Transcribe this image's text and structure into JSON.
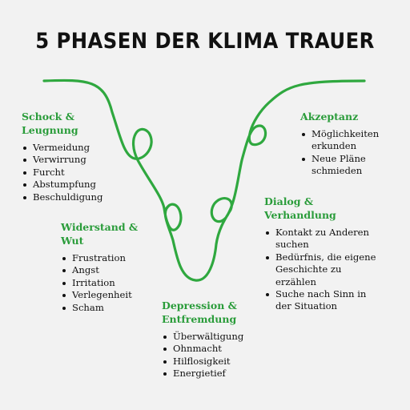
{
  "title": "5 PHASEN DER KLIMA TRAUER",
  "accent_color": "#2a9c3a",
  "phases": [
    {
      "heading": "Schock & Leugnung",
      "items": [
        "Vermeidung",
        "Verwirrung",
        "Furcht",
        "Abstumpfung",
        "Beschuldigung"
      ]
    },
    {
      "heading": "Widerstand & Wut",
      "items": [
        "Frustration",
        "Angst",
        "Irritation",
        "Verlegenheit",
        "Scham"
      ]
    },
    {
      "heading": "Depression & Entfremdung",
      "items": [
        "Überwältigung",
        "Ohnmacht",
        "Hilflosigkeit",
        "Energietief"
      ]
    },
    {
      "heading": "Dialog & Verhandlung",
      "items": [
        "Kontakt zu Anderen suchen",
        "Bedürfnis, die eigene Geschichte zu erzählen",
        "Suche nach Sinn in der Situation"
      ]
    },
    {
      "heading": "Akzeptanz",
      "items": [
        "Möglichkeiten erkunden",
        "Neue Pläne schmieden"
      ]
    }
  ]
}
